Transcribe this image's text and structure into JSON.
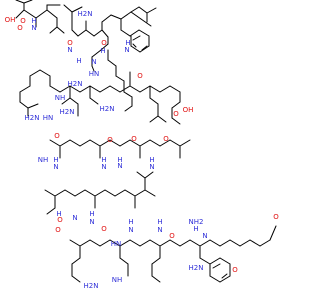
{
  "structure": {
    "type": "skeletal-structure",
    "colors": {
      "bond": "#000000",
      "N": "#2f2fd8",
      "O": "#e01010",
      "H": "#2f2fd8"
    },
    "labels": [
      {
        "text": "OH",
        "element": "O"
      },
      {
        "text": "O",
        "element": "O"
      },
      {
        "text": "H",
        "element": "H"
      },
      {
        "text": "N",
        "element": "N"
      },
      {
        "text": "O",
        "element": "O"
      },
      {
        "text": "H2N",
        "element": "N"
      },
      {
        "text": "O",
        "element": "O"
      },
      {
        "text": "N",
        "element": "N"
      },
      {
        "text": "H",
        "element": "H"
      },
      {
        "text": "N",
        "element": "N"
      },
      {
        "text": "H",
        "element": "H"
      },
      {
        "text": "O",
        "element": "O"
      },
      {
        "text": "N",
        "element": "N"
      },
      {
        "text": "H",
        "element": "H"
      },
      {
        "text": "HN",
        "element": "N"
      },
      {
        "text": "H2N",
        "element": "N"
      },
      {
        "text": "NH",
        "element": "N"
      },
      {
        "text": "H2N",
        "element": "N"
      },
      {
        "text": "HN",
        "element": "N"
      },
      {
        "text": "H2N",
        "element": "N"
      },
      {
        "text": "O",
        "element": "O"
      },
      {
        "text": "NH",
        "element": "N"
      },
      {
        "text": "H",
        "element": "H"
      },
      {
        "text": "N",
        "element": "N"
      },
      {
        "text": "H",
        "element": "H"
      },
      {
        "text": "N",
        "element": "N"
      },
      {
        "text": "O",
        "element": "O"
      },
      {
        "text": "H",
        "element": "H"
      },
      {
        "text": "N",
        "element": "N"
      },
      {
        "text": "O",
        "element": "O"
      },
      {
        "text": "H",
        "element": "H"
      },
      {
        "text": "N",
        "element": "N"
      },
      {
        "text": "O",
        "element": "O"
      },
      {
        "text": "O",
        "element": "O"
      },
      {
        "text": "OH",
        "element": "O"
      },
      {
        "text": "H2N",
        "element": "N"
      },
      {
        "text": "O",
        "element": "O"
      },
      {
        "text": "O",
        "element": "O"
      },
      {
        "text": "H",
        "element": "H"
      },
      {
        "text": "N",
        "element": "N"
      },
      {
        "text": "O",
        "element": "O"
      },
      {
        "text": "H",
        "element": "H"
      },
      {
        "text": "N",
        "element": "N"
      },
      {
        "text": "O",
        "element": "O"
      },
      {
        "text": "H",
        "element": "H"
      },
      {
        "text": "N",
        "element": "N"
      },
      {
        "text": "HN",
        "element": "N"
      },
      {
        "text": "H2N",
        "element": "N"
      },
      {
        "text": "NH",
        "element": "N"
      },
      {
        "text": "H",
        "element": "H"
      },
      {
        "text": "N",
        "element": "N"
      },
      {
        "text": "O",
        "element": "O"
      },
      {
        "text": "NH2",
        "element": "N"
      },
      {
        "text": "H",
        "element": "H"
      },
      {
        "text": "N",
        "element": "N"
      },
      {
        "text": "O",
        "element": "O"
      },
      {
        "text": "H2N",
        "element": "N"
      },
      {
        "text": "O",
        "element": "O"
      }
    ]
  }
}
